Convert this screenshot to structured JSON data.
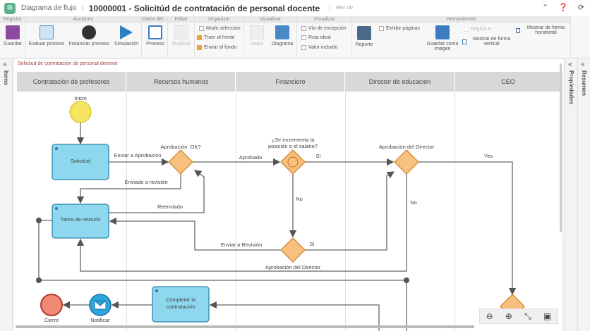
{
  "header": {
    "breadcrumb": "Diagrama de flujo",
    "title": "10000001 - Solicitúd de contratación de personal docente",
    "revision": "Rev. 00",
    "icons": [
      "collapse-icon",
      "help-icon",
      "refresh-icon"
    ]
  },
  "ribbon": {
    "groups": [
      "Registro",
      "Acciones",
      "Datos del...",
      "Editar",
      "Organizar",
      "Visualizar",
      "Visualizar",
      "Herramientas"
    ],
    "guardar": "Guardar",
    "evaluar": "Evaluar proceso",
    "instanciar": "Instanciar proceso",
    "simulacion": "Simulación",
    "proceso": "Proceso",
    "duplicar": "Duplicar",
    "modo_seleccion": "Modo selección",
    "traer_frente": "Traer al frente",
    "enviar_fondo": "Enviar al fondo",
    "datos": "Datos",
    "diagrama": "Diagrama",
    "via_excepcion": "Vía de excepción",
    "ruta_ideal": "Ruta ideal",
    "valor_incluido": "Valor incluido",
    "reporte": "Reporte",
    "exhibir_paginas": "Exhibir páginas",
    "guardar_imagen": "Guardar como imagen",
    "pagina": "Página",
    "mostrar_vertical": "Mostrar de forma vertical",
    "mostrar_horizontal": "Mostrar de forma horizontal"
  },
  "panels": {
    "left": "Items",
    "right1": "Propiedades",
    "right2": "Resumen"
  },
  "diagram": {
    "title": "Solicitud de contratación de personal docente",
    "lanes": [
      "Contratación de profesores",
      "Recursos humanos",
      "Financiero",
      "Director de educación",
      "CEO"
    ],
    "nodes": {
      "inicio": "Inicio",
      "solicitud": "Solicitúd",
      "tarea": "Tarea de revisión",
      "gw1": "Aprobación. OK?",
      "gw2a": "¿Se incrementa la",
      "gw2b": "posición o el salario?",
      "gw3": "Aprobación del Director",
      "gw4": "Aprobación del Director",
      "completar1": "Completar la",
      "completar2": "contratación",
      "notificar": "Notificar",
      "cierre": "Cierre"
    },
    "edges": {
      "enviar_aprobacion": "Enviar a Aprobación",
      "enviado_revision": "Enviado a revisión",
      "reenviado": "Reenviado",
      "aprobado": "Aprobado",
      "si1": "Sí",
      "si2": "Sí",
      "no1": "No",
      "no2": "No",
      "yes": "Yes",
      "enviar_revision": "Enviar a Revisión"
    },
    "colors": {
      "start": "#f7e463",
      "task": "#8dd7ef",
      "gateway": "#f8c07f",
      "end": "#f08a74",
      "message": "#29a8e0"
    }
  },
  "zoom_tools": [
    "zoom-out-icon",
    "zoom-in-icon",
    "fit-icon",
    "image-icon"
  ]
}
